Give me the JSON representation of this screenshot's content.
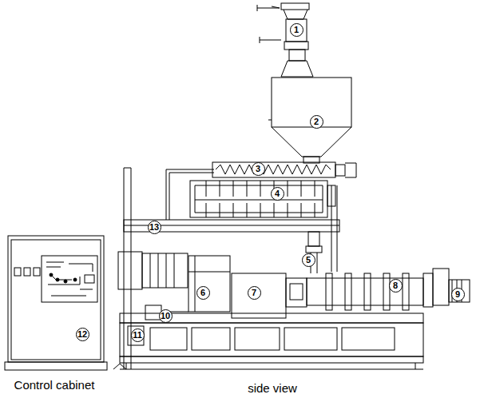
{
  "diagram": {
    "labels": [
      "1",
      "2",
      "3",
      "4",
      "5",
      "6",
      "7",
      "8",
      "9",
      "10",
      "11",
      "12",
      "13",
      "Control cabinet",
      "side view"
    ]
  }
}
